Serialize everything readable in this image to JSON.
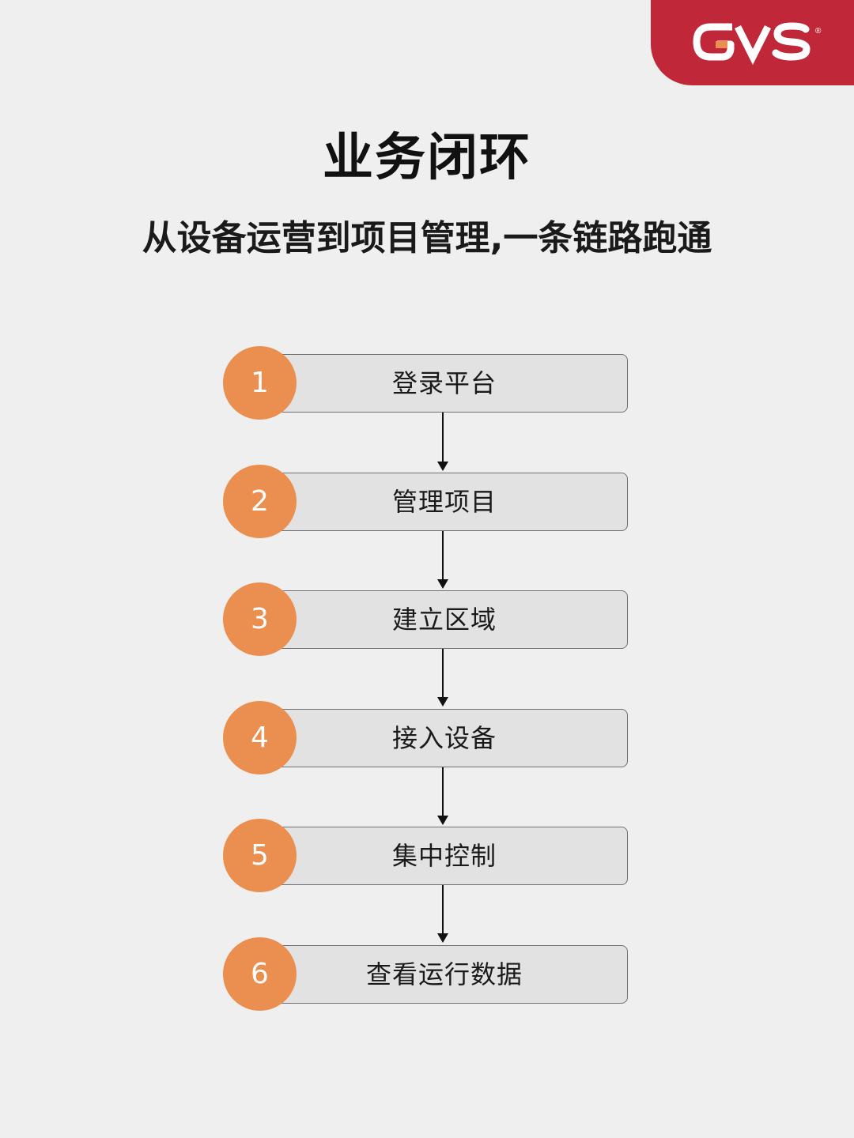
{
  "brand": {
    "logo_text": "GVS",
    "registered_mark": "®",
    "color": "#c0283a"
  },
  "title": "业务闭环",
  "subtitle": "从设备运营到项目管理,一条链路跑通",
  "steps": [
    {
      "number": "1",
      "label": "登录平台"
    },
    {
      "number": "2",
      "label": "管理项目"
    },
    {
      "number": "3",
      "label": "建立区域"
    },
    {
      "number": "4",
      "label": "接入设备"
    },
    {
      "number": "5",
      "label": "集中控制"
    },
    {
      "number": "6",
      "label": "查看运行数据"
    }
  ],
  "colors": {
    "circle": "#ea8f4f",
    "box": "#e2e2e2",
    "background": "#efefef"
  }
}
